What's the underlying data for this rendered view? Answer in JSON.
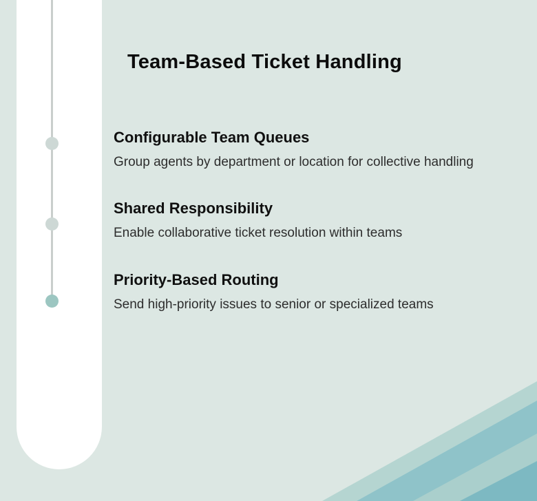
{
  "slide": {
    "title": "Team-Based Ticket Handling"
  },
  "features": [
    {
      "heading": "Configurable Team Queues",
      "description": "Group agents by department or location for collective handling"
    },
    {
      "heading": "Shared Responsibility",
      "description": "Enable collaborative ticket resolution within teams"
    },
    {
      "heading": "Priority-Based Routing",
      "description": "Send high-priority issues to senior or specialized teams"
    }
  ],
  "timeline": {
    "dot_count": 3,
    "dot_inactive_color": "#cdd8d5",
    "dot_active_color": "#9cc6c1",
    "line_color": "#c9cecc"
  },
  "colors": {
    "background": "#dce7e3",
    "side_panel": "#ffffff",
    "text": "#161616",
    "accent_light": "#b5d5d1",
    "accent_medium": "#8fc3c9",
    "accent_dark": "#7db9c2"
  }
}
